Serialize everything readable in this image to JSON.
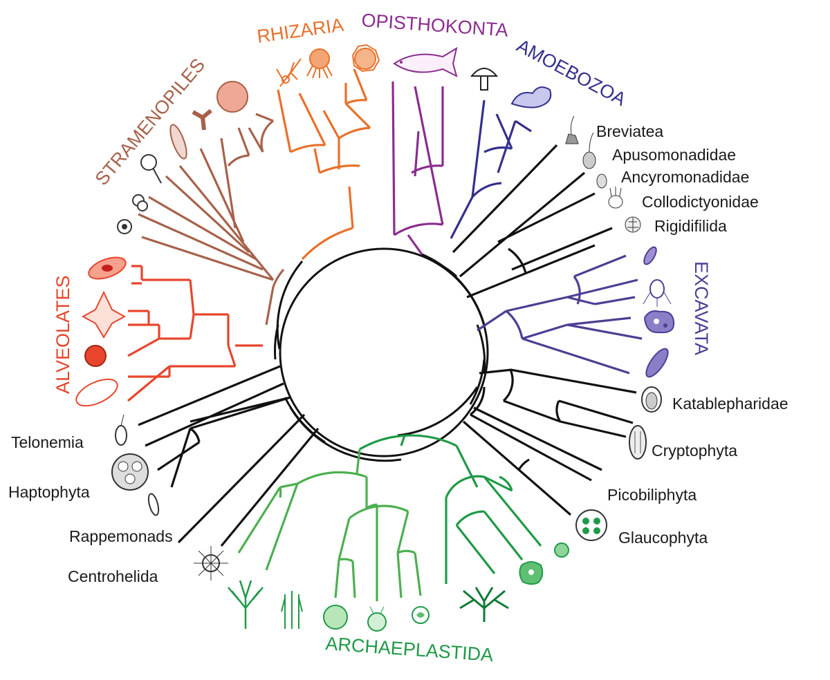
{
  "groups": {
    "rhizaria": {
      "label": "RHIZARIA",
      "color": "#e8702a"
    },
    "opisthokonta": {
      "label": "OPISTHOKONTA",
      "color": "#8b2c8f"
    },
    "amoebozoa": {
      "label": "AMOEBOZOA",
      "color": "#34308c"
    },
    "stramenopiles": {
      "label": "STRAMENOPILES",
      "color": "#a7614a"
    },
    "alveolates": {
      "label": "ALVEOLATES",
      "color": "#e8452c"
    },
    "excavata": {
      "label": "EXCAVATA",
      "color": "#4f3d93"
    },
    "archaeplastida": {
      "label": "ARCHAEPLASTIDA",
      "color": "#1f9a47"
    }
  },
  "taxa": {
    "breviatea": "Breviatea",
    "apusomonadidae": "Apusomonadidae",
    "ancyromonadidae": "Ancyromonadidae",
    "collodictyonidae": "Collodictyonidae",
    "rigidifilida": "Rigidifilida",
    "katablepharidae": "Katablepharidae",
    "cryptophyta": "Cryptophyta",
    "picobiliphyta": "Picobiliphyta",
    "glaucophyta": "Glaucophyta",
    "telonemia": "Telonemia",
    "haptophyta": "Haptophyta",
    "rappemonads": "Rappemonads",
    "centrohelida": "Centrohelida"
  },
  "colors": {
    "black": "#111111",
    "archaeplastida_light": "#4caf50"
  },
  "icons": [
    "radiolarian-icon",
    "amoeba-icon",
    "foraminifera-icon",
    "fish-icon",
    "mushroom-icon",
    "slime-mold-icon",
    "breviate-icon",
    "apusomonad-icon",
    "ancyromonad-icon",
    "collodictyon-icon",
    "rigidifilid-icon",
    "euglenid-icon",
    "trichomonad-icon",
    "amoeboflagellate-icon",
    "euglena-icon",
    "katablepharid-icon",
    "cryptomonad-icon",
    "glaucophyte-icon",
    "red-alga-icon",
    "green-alga-icon",
    "chlamydomonas-icon",
    "volvox-icon",
    "grass-icon",
    "tree-icon",
    "heliozoan-icon",
    "diatom-icon",
    "coccolithophore-icon",
    "telonemid-icon",
    "ciliate-icon",
    "apicomplexan-icon",
    "dinoflagellate-icon",
    "paramecium-icon",
    "stramenopile-cell-icon",
    "brown-alga-icon",
    "pennate-diatom-icon"
  ]
}
